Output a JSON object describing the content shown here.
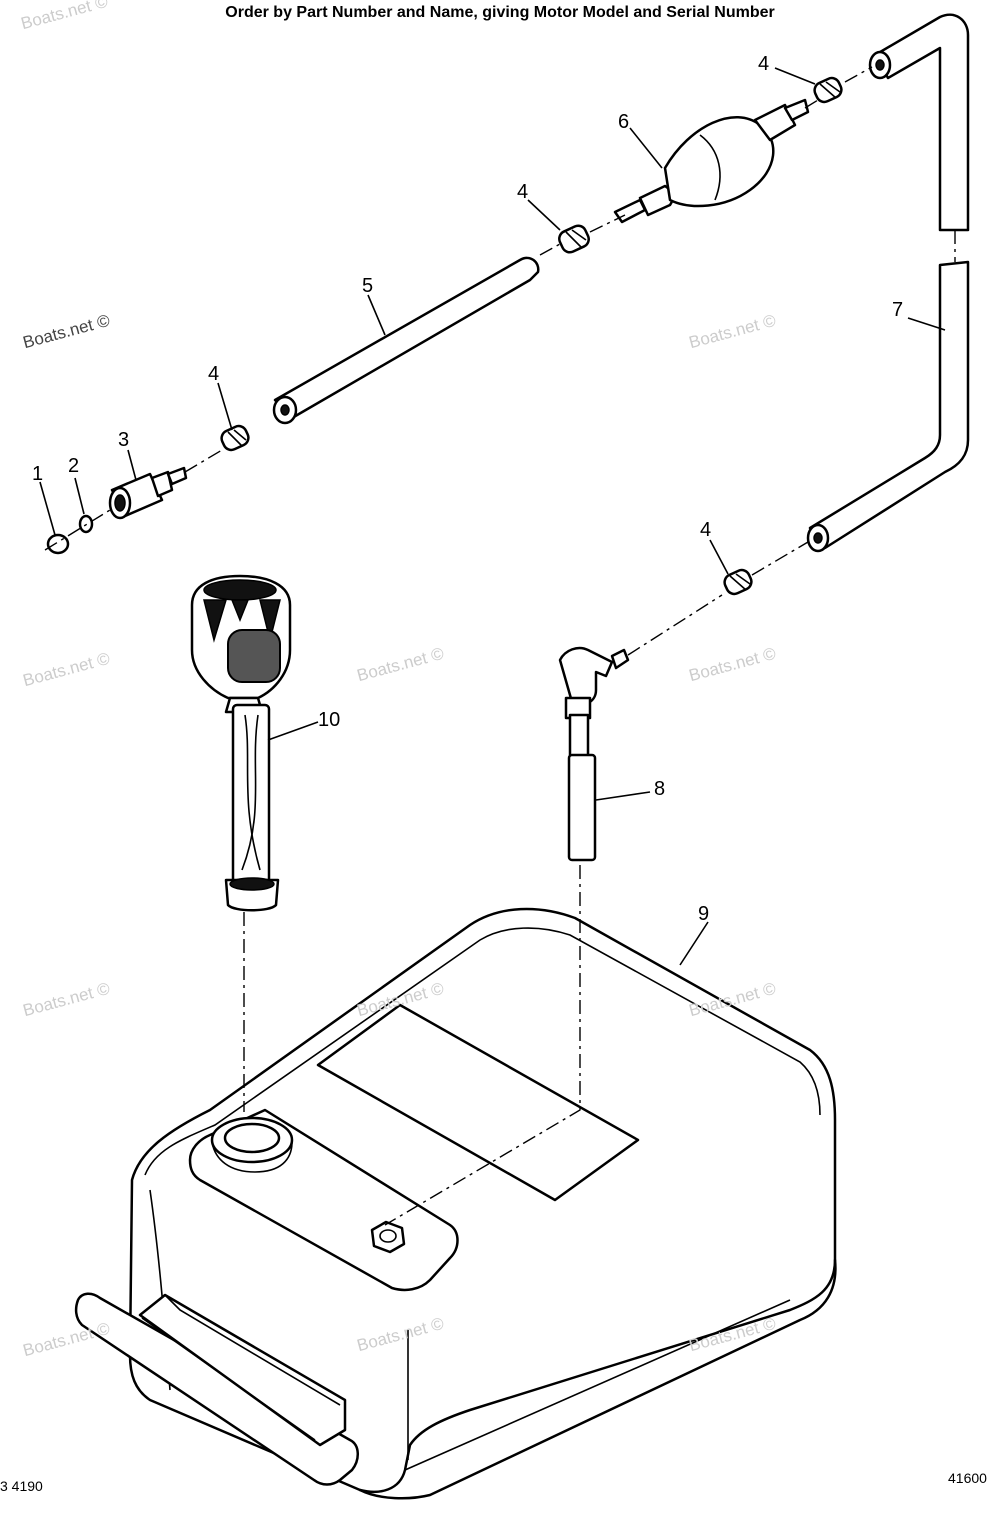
{
  "header": {
    "instruction": "Order by Part Number and Name, giving Motor Model and Serial Number"
  },
  "watermark": {
    "text": "Boats.net ©"
  },
  "footer": {
    "left_code": "3 4190",
    "right_code": "41600"
  },
  "callouts": [
    "1",
    "2",
    "3",
    "4",
    "4",
    "4",
    "4",
    "5",
    "6",
    "7",
    "8",
    "9",
    "10"
  ]
}
